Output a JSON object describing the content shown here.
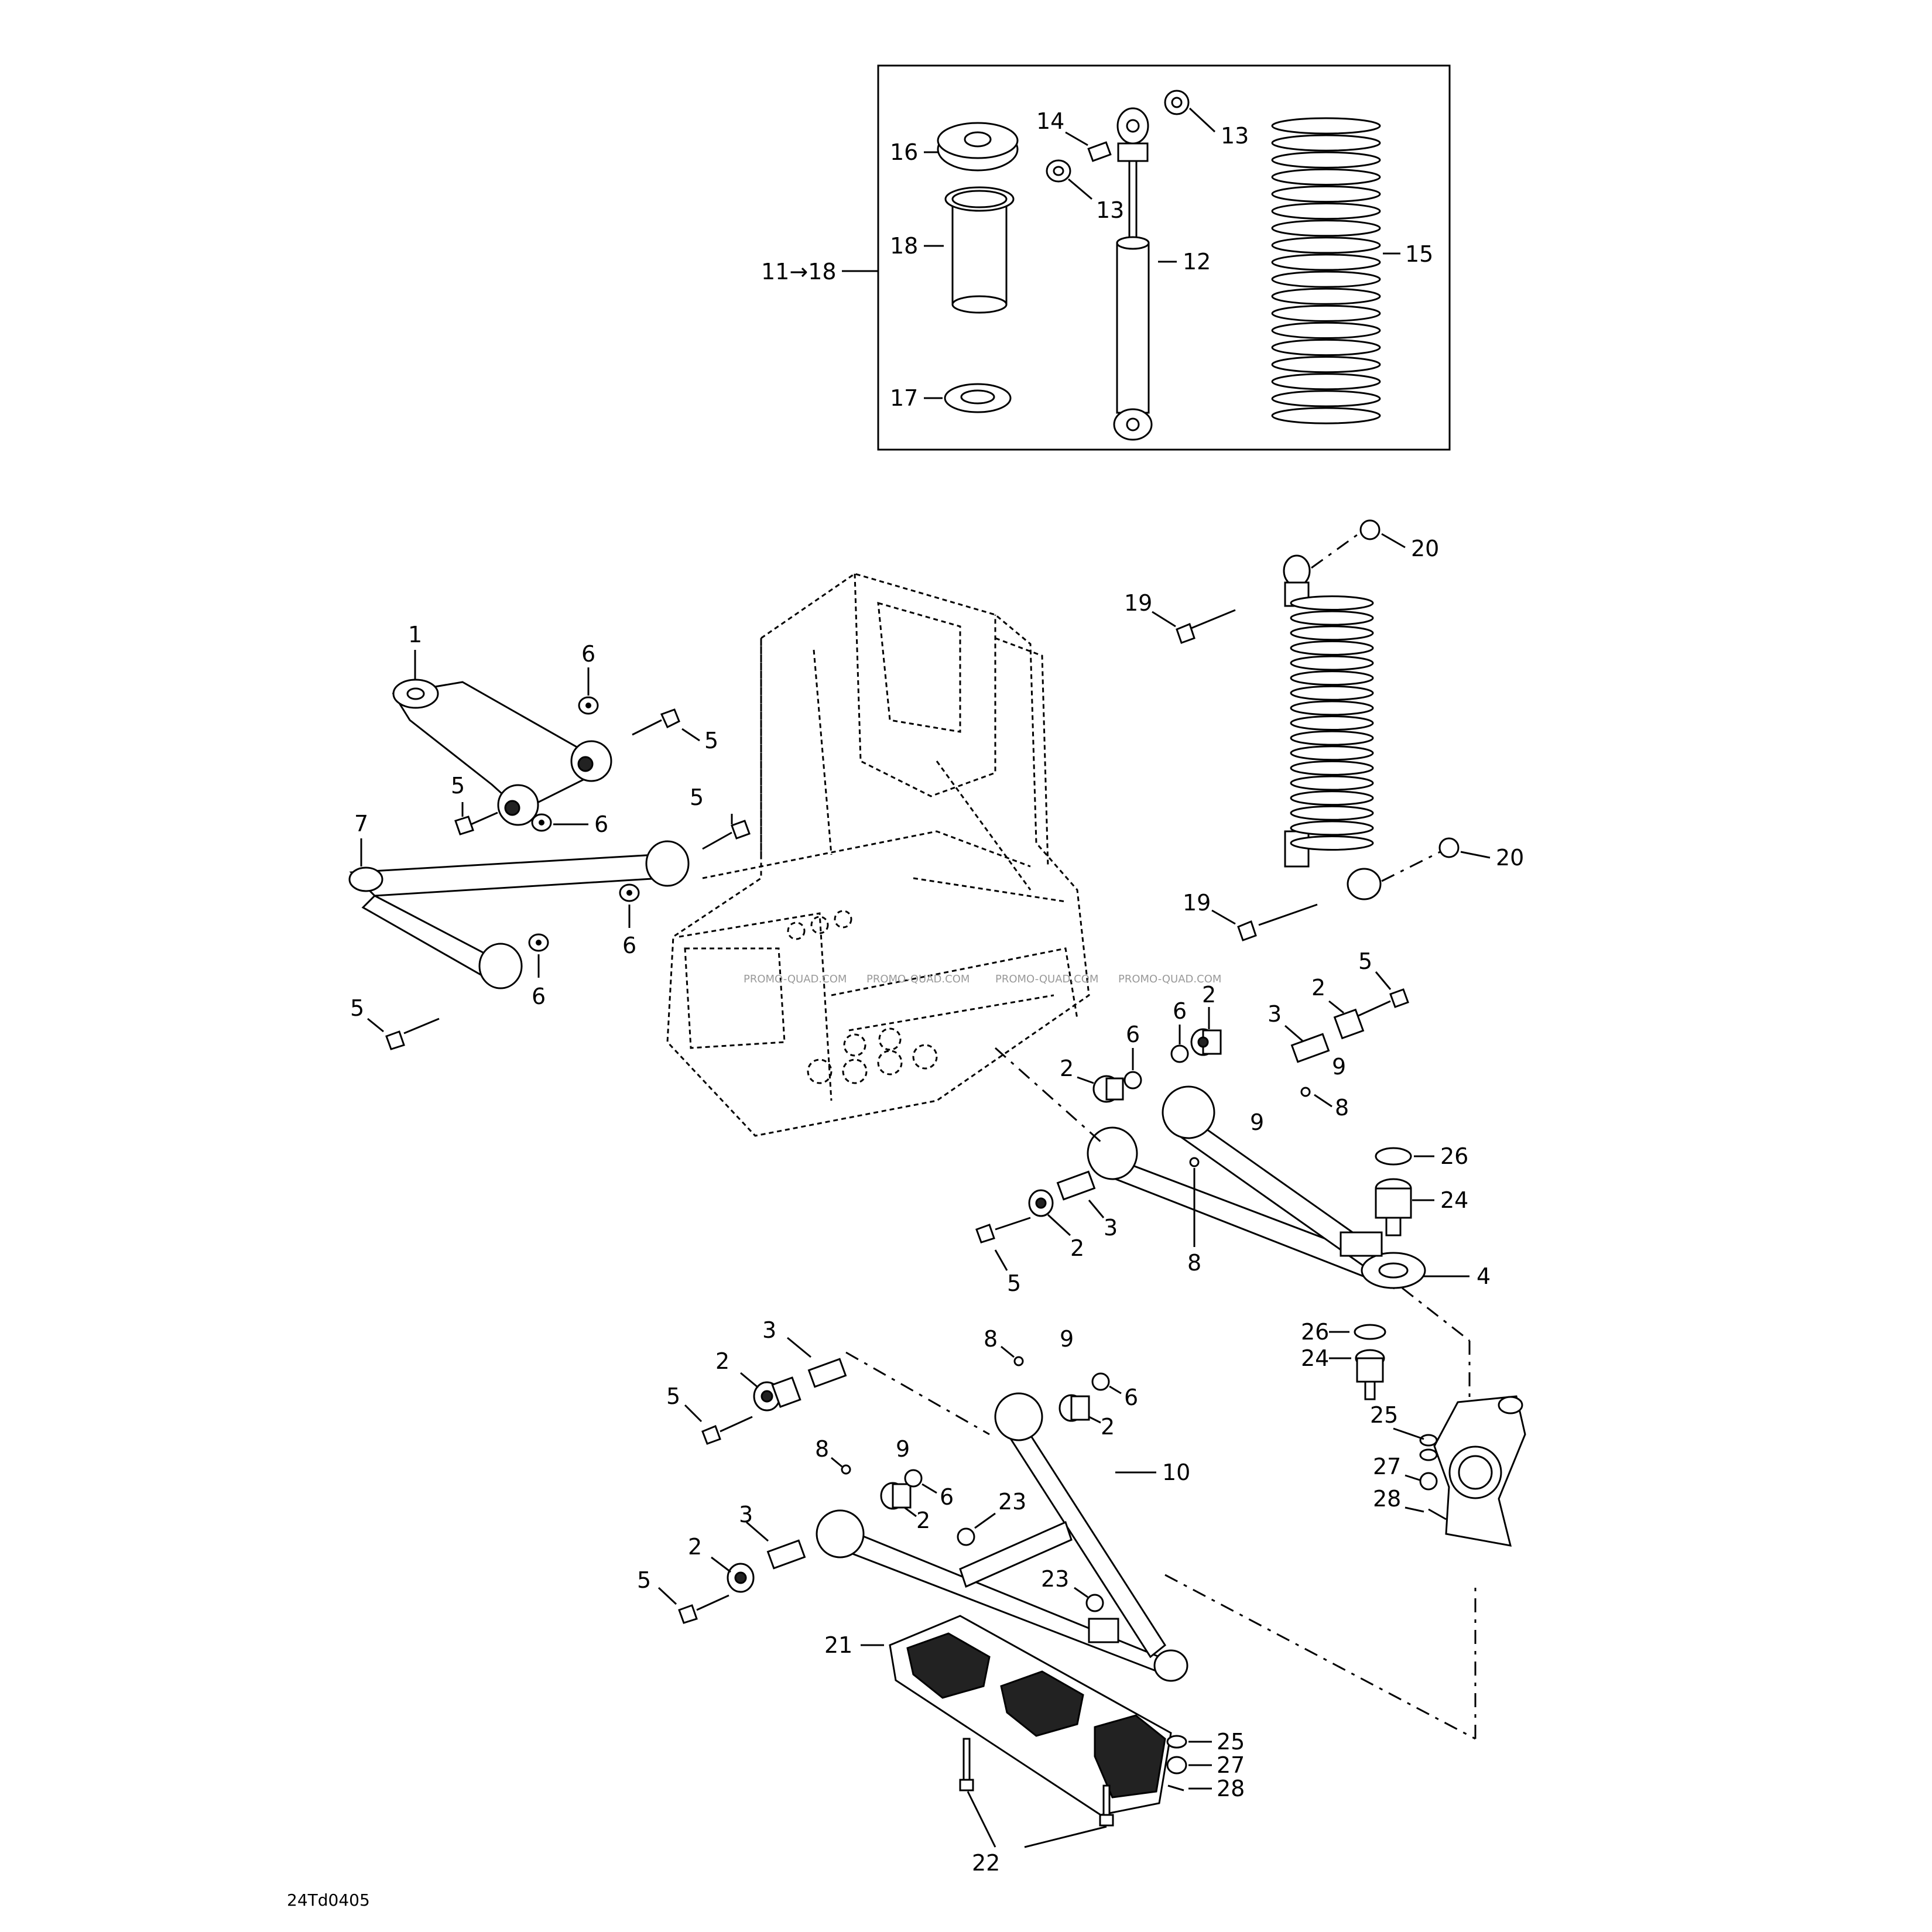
{
  "diagram": {
    "reference_code": "24Td0405",
    "watermark": "PROMO-QUAD.COM",
    "kit_label": "11→18",
    "labels": {
      "p1": "1",
      "p2": "2",
      "p3": "3",
      "p4": "4",
      "p5": "5",
      "p6": "6",
      "p7": "7",
      "p8": "8",
      "p9": "9",
      "p10": "10",
      "p12": "12",
      "p13": "13",
      "p14": "14",
      "p15": "15",
      "p16": "16",
      "p17": "17",
      "p18": "18",
      "p19": "19",
      "p20": "20",
      "p21": "21",
      "p22": "22",
      "p23": "23",
      "p24": "24",
      "p25": "25",
      "p26": "26",
      "p27": "27",
      "p28": "28"
    }
  }
}
